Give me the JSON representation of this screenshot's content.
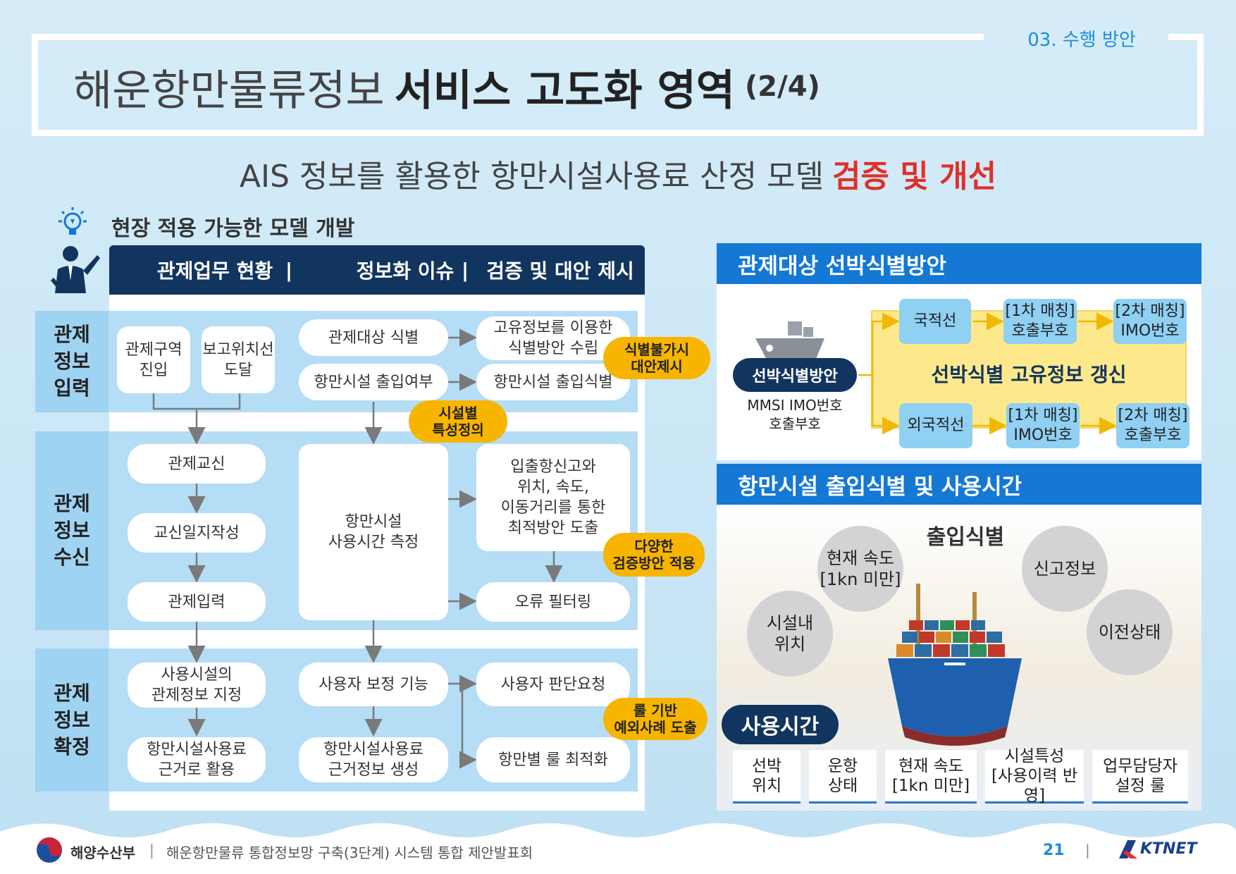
{
  "header": {
    "section_label": "03. 수행 방안",
    "title_light": "해운항만물류정보",
    "title_bold": "서비스 고도화 영역",
    "title_page": "(2/4)"
  },
  "subtitle": {
    "text": "AIS 정보를 활용한 항만시설사용료 산정 모델",
    "highlight": "검증 및 개선"
  },
  "subhead": "현장 적용 가능한 모델 개발",
  "left": {
    "columns": [
      "관제업무 현황",
      "정보화 이슈",
      "검증 및 대안 제시"
    ],
    "separator": "|",
    "rows": [
      "관제\n정보\n입력",
      "관제\n정보\n수신",
      "관제\n정보\n확정"
    ],
    "col1": {
      "control_zone": "관제구역\n진입",
      "report_point": "보고위치선\n도달",
      "comm": "관제교신",
      "log": "교신일지작성",
      "input": "관제입력",
      "designate": "사용시설의\n관제정보 지정",
      "use_basis": "항만시설사용료\n근거로 활용"
    },
    "col2": {
      "identify": "관제대상 식별",
      "entry": "항만시설 출입여부",
      "measure": "항만시설\n사용시간 측정",
      "correction": "사용자 보정 기능",
      "generate": "항만시설사용료\n근거정보 생성"
    },
    "col3": {
      "unique": "고유정보를 이용한\n식별방안 수립",
      "entry_id": "항만시설 출입식별",
      "derive": "입출항신고와\n위치, 속도,\n이동거리를 통한\n최적방안 도출",
      "filter": "오류 필터링",
      "judge": "사용자 판단요청",
      "optimize": "항만별 룰 최적화"
    },
    "tags": {
      "alt": "식별불가시\n대안제시",
      "facility": "시설별\n특성정의",
      "various": "다양한\n검증방안 적용",
      "rule": "룰 기반\n예외사례 도출"
    }
  },
  "right_top": {
    "title": "관제대상 선박식별방안",
    "method_label": "선박식별방안",
    "method_desc": "MMSI IMO번호\n호출부호",
    "national": "국적선",
    "foreign": "외국적선",
    "nat_first": "[1차 매칭]\n호출부호",
    "nat_second": "[2차 매칭]\nIMO번호",
    "for_first": "[1차 매칭]\nIMO번호",
    "for_second": "[2차 매칭]\n호출부호",
    "center": "선박식별 고유정보 갱신"
  },
  "right_bottom": {
    "title": "항만시설 출입식별 및 사용시간",
    "entry_label": "출입식별",
    "circles": [
      "현재 속도\n[1kn 미만]",
      "신고정보",
      "시설내\n위치",
      "이전상태"
    ],
    "usage_label": "사용시간",
    "usage_cells": [
      "선박\n위치",
      "운항\n상태",
      "현재 속도\n[1kn 미만]",
      "시설특성\n[사용이력 반영]",
      "업무담당자\n설정 룰"
    ]
  },
  "footer": {
    "ministry": "해양수산부",
    "doc": "해운항만물류 통합정보망 구축(3단계) 시스템 통합 제안발표회",
    "page": "21",
    "company": "KTNET"
  },
  "colors": {
    "navy": "#12355f",
    "blue": "#1478d4",
    "sky": "#b5ddf6",
    "accent": "#f7b500",
    "red": "#e0302a"
  }
}
